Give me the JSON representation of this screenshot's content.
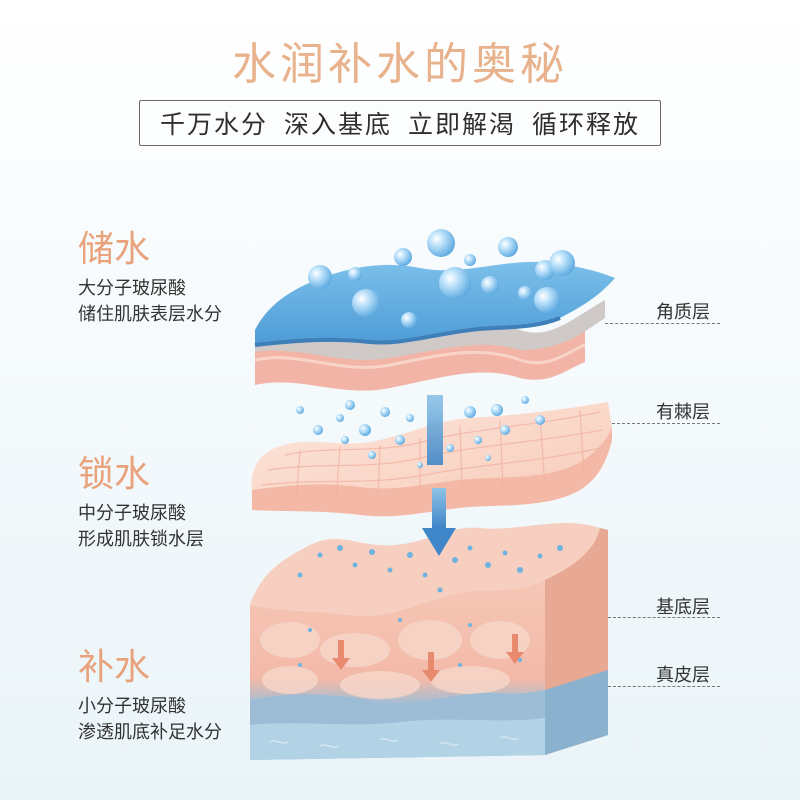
{
  "header": {
    "title": "水润补水的奥秘",
    "tagline": [
      "千万水分",
      "深入基底",
      "立即解渴",
      "循环释放"
    ]
  },
  "sections": [
    {
      "heading": "储水",
      "lines": [
        "大分子玻尿酸",
        "储住肌肤表层水分"
      ]
    },
    {
      "heading": "锁水",
      "lines": [
        "中分子玻尿酸",
        "形成肌肤锁水层"
      ]
    },
    {
      "heading": "补水",
      "lines": [
        "小分子玻尿酸",
        "渗透肌底补足水分"
      ]
    }
  ],
  "layers": [
    "角质层",
    "有棘层",
    "基底层",
    "真皮层"
  ],
  "colors": {
    "title": "#e8b28c",
    "heading": "#e8a27c",
    "water": "#6fb4e0",
    "skin": "#f4c4b0",
    "dermis": "#9cc3dc"
  }
}
